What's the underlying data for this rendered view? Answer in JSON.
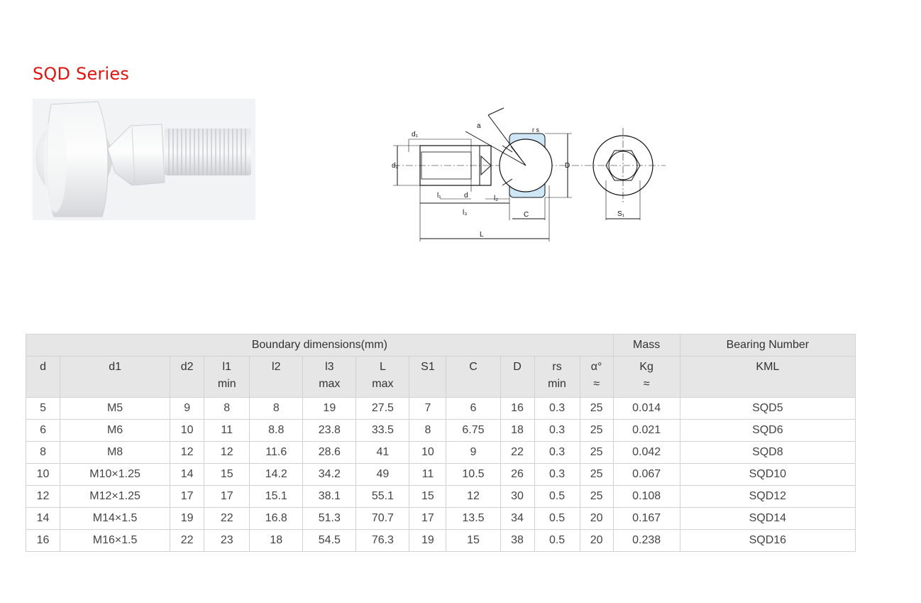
{
  "page": {
    "title": "SQD Series"
  },
  "drawing_labels": {
    "d1": "d₁",
    "d2": "d₂",
    "l1": "l₁",
    "d": "d",
    "l2": "l₂",
    "l3": "l₃",
    "c": "C",
    "l": "L",
    "a": "a",
    "rs": "r s",
    "D": "D",
    "s1": "S₁"
  },
  "table": {
    "group_headers": {
      "boundary": "Boundary dimensions(mm)",
      "mass": "Mass",
      "bearing": "Bearing Number"
    },
    "columns": [
      {
        "name": "d",
        "sub": ""
      },
      {
        "name": "d1",
        "sub": ""
      },
      {
        "name": "d2",
        "sub": ""
      },
      {
        "name": "l1",
        "sub": "min"
      },
      {
        "name": "l2",
        "sub": ""
      },
      {
        "name": "l3",
        "sub": "max"
      },
      {
        "name": "L",
        "sub": "max"
      },
      {
        "name": "S1",
        "sub": ""
      },
      {
        "name": "C",
        "sub": ""
      },
      {
        "name": "D",
        "sub": ""
      },
      {
        "name": "rs",
        "sub": "min"
      },
      {
        "name": "α°",
        "sub": "≈"
      },
      {
        "name": "Kg",
        "sub": "≈"
      },
      {
        "name": "KML",
        "sub": ""
      }
    ],
    "rows": [
      [
        "5",
        "M5",
        "9",
        "8",
        "8",
        "19",
        "27.5",
        "7",
        "6",
        "16",
        "0.3",
        "25",
        "0.014",
        "SQD5"
      ],
      [
        "6",
        "M6",
        "10",
        "11",
        "8.8",
        "23.8",
        "33.5",
        "8",
        "6.75",
        "18",
        "0.3",
        "25",
        "0.021",
        "SQD6"
      ],
      [
        "8",
        "M8",
        "12",
        "12",
        "11.6",
        "28.6",
        "41",
        "10",
        "9",
        "22",
        "0.3",
        "25",
        "0.042",
        "SQD8"
      ],
      [
        "10",
        "M10×1.25",
        "14",
        "15",
        "14.2",
        "34.2",
        "49",
        "11",
        "10.5",
        "26",
        "0.3",
        "25",
        "0.067",
        "SQD10"
      ],
      [
        "12",
        "M12×1.25",
        "17",
        "17",
        "15.1",
        "38.1",
        "55.1",
        "15",
        "12",
        "30",
        "0.5",
        "25",
        "0.108",
        "SQD12"
      ],
      [
        "14",
        "M14×1.5",
        "19",
        "22",
        "16.8",
        "51.3",
        "70.7",
        "17",
        "13.5",
        "34",
        "0.5",
        "20",
        "0.167",
        "SQD14"
      ],
      [
        "16",
        "M16×1.5",
        "22",
        "23",
        "18",
        "54.5",
        "76.3",
        "19",
        "15",
        "38",
        "0.5",
        "20",
        "0.238",
        "SQD16"
      ]
    ]
  }
}
